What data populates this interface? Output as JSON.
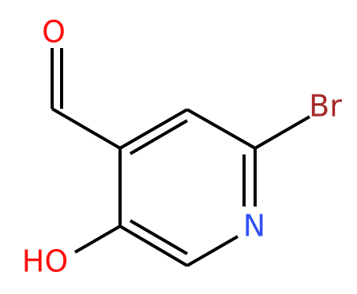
{
  "molecule": {
    "atoms": {
      "aldehyde_oxygen": {
        "label": "O",
        "color": "#ff0d0d"
      },
      "bromine": {
        "label": "Br",
        "color": "#a62929"
      },
      "ring_nitrogen": {
        "label": "N",
        "color": "#3050f8"
      },
      "hydroxyl": {
        "label": "HO",
        "color": "#ff0d0d"
      }
    },
    "bond_color": "#000000"
  }
}
